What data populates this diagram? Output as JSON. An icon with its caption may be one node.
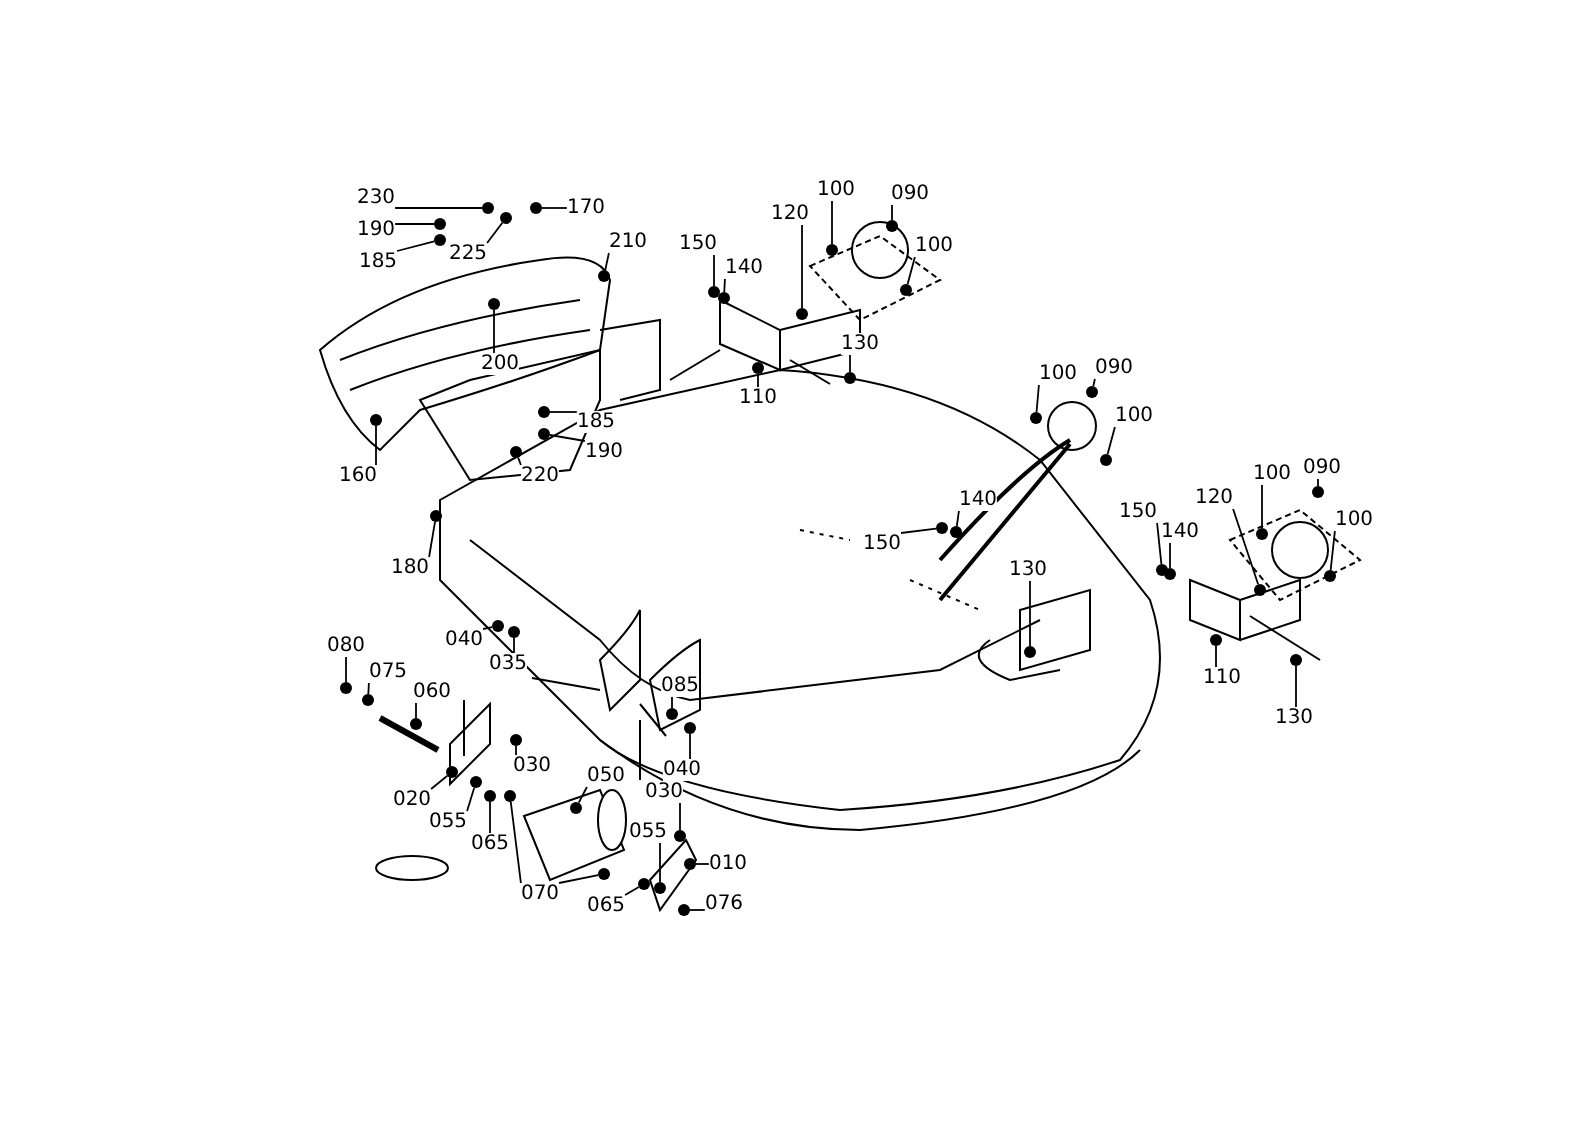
{
  "diagram": {
    "nodes": [
      {
        "text": [
          "230"
        ]
      },
      {
        "text": [
          "190"
        ]
      },
      {
        "text": [
          "170"
        ]
      },
      {
        "text": [
          "185"
        ]
      },
      {
        "text": [
          "225"
        ]
      },
      {
        "text": [
          "210"
        ]
      },
      {
        "text": [
          "150"
        ]
      },
      {
        "text": [
          "140"
        ]
      },
      {
        "text": [
          "120"
        ]
      },
      {
        "text": [
          "100"
        ]
      },
      {
        "text": [
          "090"
        ]
      },
      {
        "text": [
          "100"
        ]
      },
      {
        "text": [
          "130"
        ]
      },
      {
        "text": [
          "200"
        ]
      },
      {
        "text": [
          "110"
        ]
      },
      {
        "text": [
          "100"
        ]
      },
      {
        "text": [
          "090"
        ]
      },
      {
        "text": [
          "100"
        ]
      },
      {
        "text": [
          "185"
        ]
      },
      {
        "text": [
          "190"
        ]
      },
      {
        "text": [
          "160"
        ]
      },
      {
        "text": [
          "220"
        ]
      },
      {
        "text": [
          "140"
        ]
      },
      {
        "text": [
          "150"
        ]
      },
      {
        "text": [
          "140"
        ]
      },
      {
        "text": [
          "120"
        ]
      },
      {
        "text": [
          "100"
        ]
      },
      {
        "text": [
          "090"
        ]
      },
      {
        "text": [
          "100"
        ]
      },
      {
        "text": [
          "150"
        ]
      },
      {
        "text": [
          "180"
        ]
      },
      {
        "text": [
          "130"
        ]
      },
      {
        "text": [
          "080"
        ]
      },
      {
        "text": [
          "040"
        ]
      },
      {
        "text": [
          "075"
        ]
      },
      {
        "text": [
          "035"
        ]
      },
      {
        "text": [
          "110"
        ]
      },
      {
        "text": [
          "060"
        ]
      },
      {
        "text": [
          "085"
        ]
      },
      {
        "text": [
          "130"
        ]
      },
      {
        "text": [
          "030"
        ]
      },
      {
        "text": [
          "040"
        ]
      },
      {
        "text": [
          "050"
        ]
      },
      {
        "text": [
          "020"
        ]
      },
      {
        "text": [
          "030"
        ]
      },
      {
        "text": [
          "055"
        ]
      },
      {
        "text": [
          "065"
        ]
      },
      {
        "text": [
          "055"
        ]
      },
      {
        "text": [
          "010"
        ]
      },
      {
        "text": [
          "070"
        ]
      },
      {
        "text": [
          "065"
        ]
      },
      {
        "text": [
          "076"
        ]
      },
      {
        "text": [],
        "shape": "circle"
      },
      {
        "text": [],
        "shape": "circle"
      },
      {
        "text": [],
        "shape": "circle"
      },
      {
        "text": [],
        "shape": "circle"
      },
      {
        "text": [],
        "shape": "circle"
      },
      {
        "text": [],
        "shape": "circle"
      },
      {
        "text": [],
        "shape": "circle"
      },
      {
        "text": [],
        "shape": "circle"
      },
      {
        "text": [],
        "shape": "circle"
      },
      {
        "text": [],
        "shape": "circle"
      },
      {
        "text": [],
        "shape": "circle"
      },
      {
        "text": [],
        "shape": "circle"
      },
      {
        "text": [],
        "shape": "circle"
      },
      {
        "text": [],
        "shape": "circle"
      },
      {
        "text": [],
        "shape": "circle"
      },
      {
        "text": [],
        "shape": "circle"
      },
      {
        "text": [],
        "shape": "circle"
      },
      {
        "text": [],
        "shape": "circle"
      },
      {
        "text": [],
        "shape": "circle"
      },
      {
        "text": [],
        "shape": "circle"
      },
      {
        "text": [],
        "shape": "circle"
      },
      {
        "text": [],
        "shape": "circle"
      },
      {
        "text": [],
        "shape": "circle"
      },
      {
        "text": [],
        "shape": "circle"
      },
      {
        "text": [],
        "shape": "circle"
      },
      {
        "text": [],
        "shape": "circle"
      },
      {
        "text": [],
        "shape": "circle"
      },
      {
        "text": [],
        "shape": "circle"
      },
      {
        "text": [],
        "shape": "circle"
      },
      {
        "text": [],
        "shape": "circle"
      },
      {
        "text": [],
        "shape": "circle"
      },
      {
        "text": [],
        "shape": "circle"
      },
      {
        "text": [],
        "shape": "circle"
      },
      {
        "text": [],
        "shape": "circle"
      },
      {
        "text": [],
        "shape": "circle"
      },
      {
        "text": [],
        "shape": "circle"
      },
      {
        "text": [],
        "shape": "circle"
      },
      {
        "text": [],
        "shape": "circle"
      },
      {
        "text": [],
        "shape": "circle"
      },
      {
        "text": [],
        "shape": "circle"
      },
      {
        "text": [],
        "shape": "circle"
      },
      {
        "text": [],
        "shape": "circle"
      },
      {
        "text": [],
        "shape": "circle"
      },
      {
        "text": [],
        "shape": "circle"
      },
      {
        "text": [],
        "shape": "circle"
      },
      {
        "text": [],
        "shape": "circle"
      },
      {
        "text": [],
        "shape": "circle"
      },
      {
        "text": [],
        "shape": "circle"
      },
      {
        "text": [],
        "shape": "circle"
      },
      {
        "text": [],
        "shape": "circle"
      },
      {
        "text": [],
        "shape": "circle"
      },
      {
        "text": [],
        "shape": "circle"
      },
      {
        "text": [],
        "shape": "circle"
      }
    ],
    "edges": [
      {
        "from": 0,
        "to": 52,
        "arrow": "none"
      },
      {
        "from": 1,
        "to": 53,
        "arrow": "none"
      },
      {
        "from": 2,
        "to": 54,
        "arrow": "none"
      },
      {
        "from": 3,
        "to": 55,
        "arrow": "none"
      },
      {
        "from": 4,
        "to": 56,
        "arrow": "none"
      },
      {
        "from": 5,
        "to": 57,
        "arrow": "none"
      },
      {
        "from": 6,
        "to": 58,
        "arrow": "none"
      },
      {
        "from": 7,
        "to": 59,
        "arrow": "none"
      },
      {
        "from": 8,
        "to": 60,
        "arrow": "none"
      },
      {
        "from": 9,
        "to": 61,
        "arrow": "none"
      },
      {
        "from": 10,
        "to": 62,
        "arrow": "none"
      },
      {
        "from": 11,
        "to": 63,
        "arrow": "none"
      },
      {
        "from": 12,
        "to": 64,
        "arrow": "none"
      },
      {
        "from": 13,
        "to": 65,
        "arrow": "none"
      },
      {
        "from": 14,
        "to": 66,
        "arrow": "none"
      },
      {
        "from": 15,
        "to": 67,
        "arrow": "none"
      },
      {
        "from": 16,
        "to": 68,
        "arrow": "none"
      },
      {
        "from": 17,
        "to": 69,
        "arrow": "none"
      },
      {
        "from": 18,
        "to": 70,
        "arrow": "none"
      },
      {
        "from": 19,
        "to": 71,
        "arrow": "none"
      },
      {
        "from": 20,
        "to": 72,
        "arrow": "none"
      },
      {
        "from": 21,
        "to": 73,
        "arrow": "none"
      },
      {
        "from": 22,
        "to": 74,
        "arrow": "none"
      },
      {
        "from": 23,
        "to": 75,
        "arrow": "none"
      },
      {
        "from": 24,
        "to": 76,
        "arrow": "none"
      },
      {
        "from": 25,
        "to": 77,
        "arrow": "none"
      },
      {
        "from": 26,
        "to": 78,
        "arrow": "none"
      },
      {
        "from": 27,
        "to": 79,
        "arrow": "none"
      },
      {
        "from": 28,
        "to": 80,
        "arrow": "none"
      },
      {
        "from": 29,
        "to": 81,
        "arrow": "none"
      },
      {
        "from": 30,
        "to": 82,
        "arrow": "none"
      },
      {
        "from": 31,
        "to": 83,
        "arrow": "none"
      },
      {
        "from": 32,
        "to": 84,
        "arrow": "none"
      },
      {
        "from": 33,
        "to": 85,
        "arrow": "none"
      },
      {
        "from": 34,
        "to": 86,
        "arrow": "none"
      },
      {
        "from": 35,
        "to": 87,
        "arrow": "none"
      },
      {
        "from": 36,
        "to": 88,
        "arrow": "none"
      },
      {
        "from": 37,
        "to": 89,
        "arrow": "none"
      },
      {
        "from": 38,
        "to": 90,
        "arrow": "none"
      },
      {
        "from": 39,
        "to": 91,
        "arrow": "none"
      },
      {
        "from": 40,
        "to": 92,
        "arrow": "none"
      },
      {
        "from": 41,
        "to": 93,
        "arrow": "none"
      },
      {
        "from": 42,
        "to": 94,
        "arrow": "none"
      },
      {
        "from": 43,
        "to": 95,
        "arrow": "none"
      },
      {
        "from": 44,
        "to": 96,
        "arrow": "none"
      },
      {
        "from": 45,
        "to": 97,
        "arrow": "none"
      },
      {
        "from": 46,
        "to": 98,
        "arrow": "none"
      },
      {
        "from": 47,
        "to": 99,
        "arrow": "none"
      },
      {
        "from": 48,
        "to": 100,
        "arrow": "none"
      },
      {
        "from": 49,
        "to": 101,
        "arrow": "none"
      },
      {
        "from": 50,
        "to": 102,
        "arrow": "none"
      },
      {
        "from": 51,
        "to": 103,
        "arrow": "none"
      },
      {
        "from": 49,
        "to": 104,
        "arrow": "none"
      }
    ]
  }
}
